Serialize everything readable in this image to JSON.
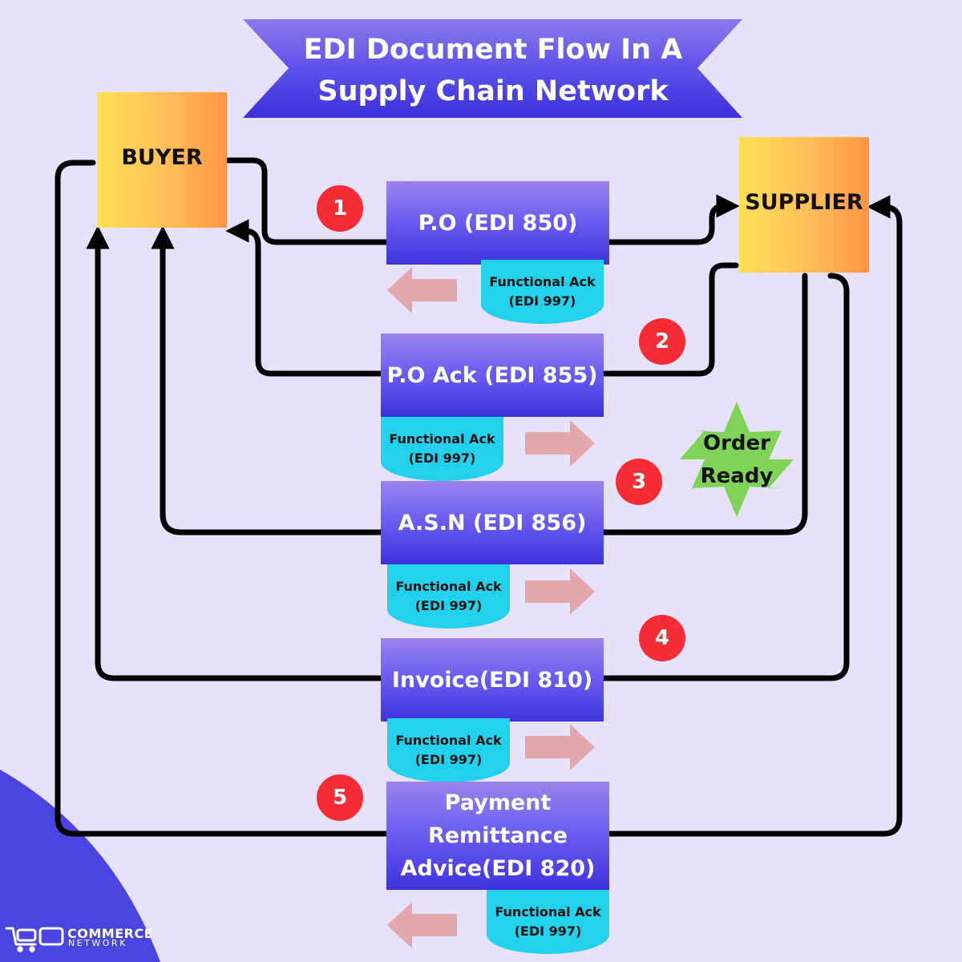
{
  "title": "EDI Document Flow In A Supply Chain Network",
  "title_lines": [
    "EDI Document Flow In A",
    "Supply Chain Network"
  ],
  "parties": {
    "buyer": "BUYER",
    "supplier": "SUPPLIER"
  },
  "steps": [
    {
      "number": "1",
      "document": "P.O (EDI 850)",
      "ack_line1": "Functional Ack",
      "ack_line2": "(EDI 997)"
    },
    {
      "number": "2",
      "document": "P.O Ack (EDI 855)",
      "ack_line1": "Functional Ack",
      "ack_line2": "(EDI 997)"
    },
    {
      "number": "3",
      "document": "A.S.N (EDI 856)",
      "ack_line1": "Functional Ack",
      "ack_line2": "(EDI 997)"
    },
    {
      "number": "4",
      "document": "Invoice(EDI 810)",
      "ack_line1": "Functional Ack",
      "ack_line2": "(EDI 997)"
    },
    {
      "number": "5",
      "document_lines": [
        "Payment",
        "Remittance",
        "Advice(EDI 820)"
      ],
      "ack_line1": "Functional Ack",
      "ack_line2": "(EDI 997)"
    }
  ],
  "order_ready": {
    "line1": "Order",
    "line2": "Ready"
  },
  "brand": {
    "line1": "COMMERCE",
    "line2": "NETWORK"
  },
  "colors": {
    "background": "#e7e1fa",
    "banner": "#4c45e2",
    "document_box": "#4a3fe3",
    "functional_ack": "#22d1ec",
    "step_badge": "#f62c35",
    "party_box_start": "#ffe155",
    "party_box_end": "#ff9442",
    "order_ready_star": "#7fd356",
    "ack_arrow": "#e4a8ac",
    "connector": "#000000"
  }
}
